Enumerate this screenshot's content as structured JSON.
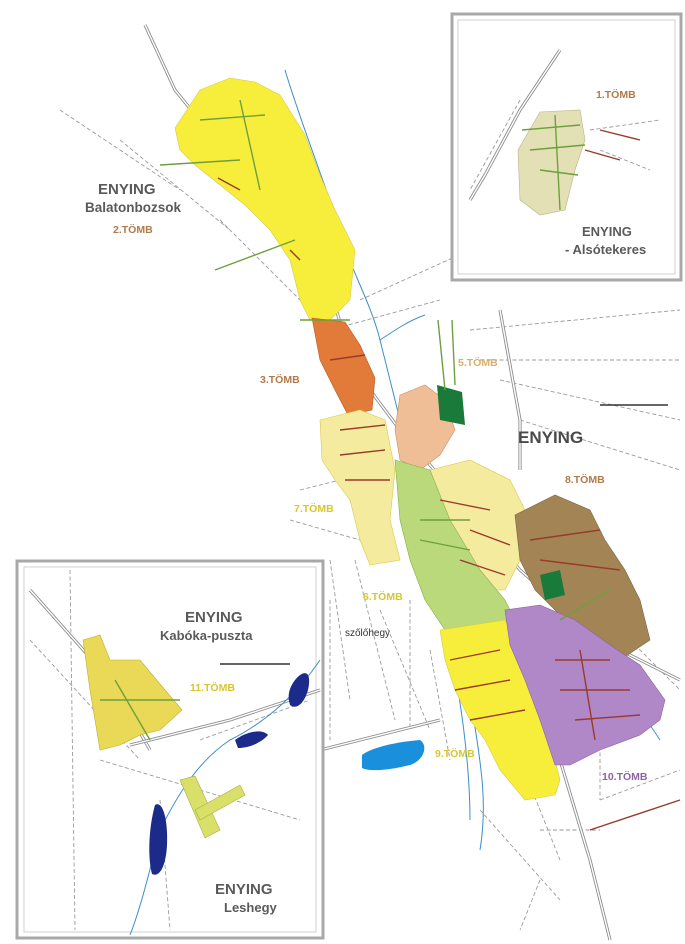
{
  "map": {
    "main_labels": {
      "town": "ENYING",
      "balatonbozsok": "Balatonbozsok",
      "szolohegy": "szőlőhegy"
    },
    "blocks": {
      "b2": "2.TÖMB",
      "b3": "3.TÖMB",
      "b5": "5.TÖMB",
      "b6": "6.TÖMB",
      "b7": "7.TÖMB",
      "b8": "8.TÖMB",
      "b9": "9.TÖMB",
      "b10": "10.TÖMB"
    },
    "inset_alsotekeres": {
      "town": "ENYING",
      "sub": "- Alsótekeres",
      "block": "1.TÖMB"
    },
    "inset_kaboka": {
      "town": "ENYING",
      "sub": "Kabóka-puszta",
      "block": "11.TÖMB",
      "town2": "ENYING",
      "sub2": "Leshegy"
    },
    "colors": {
      "yellow": "#f7ee3c",
      "orange": "#e27a3a",
      "peach": "#f0be96",
      "tan": "#f5eb9e",
      "green": "#b9d97a",
      "brown": "#a38555",
      "purple": "#b088c8",
      "inset_beige": "#e3e0b6",
      "inset_yellow": "#ead956",
      "lake_blue": "#1a8fdc",
      "lake_navy": "#1c2a8a",
      "park_green": "#1a7a3a",
      "block_label_brown": "#b07a4a",
      "block_label_yellow": "#d8c62e"
    }
  }
}
